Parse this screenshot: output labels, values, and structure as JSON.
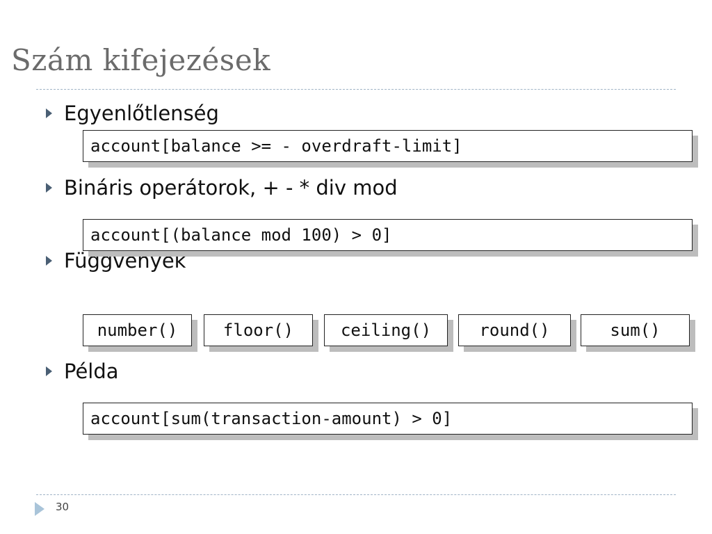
{
  "slide": {
    "title": "Szám kifejezések",
    "page_number": "30"
  },
  "sections": [
    {
      "heading": "Egyenlőtlenség",
      "code": "account[balance >= - overdraft-limit]"
    },
    {
      "heading": "Bináris operátorok,  +  -  *  div  mod",
      "code": "account[(balance mod 100) > 0]"
    },
    {
      "heading": "Függvények"
    },
    {
      "heading": "Példa",
      "code": "account[sum(transaction-amount) > 0]"
    }
  ],
  "functions": [
    "number()",
    "floor()",
    "ceiling()",
    "round()",
    "sum()"
  ],
  "icons": {
    "bullet": "triangle-right-icon",
    "footer": "triangle-right-icon"
  },
  "colors": {
    "title": "#6b6b6b",
    "bullet": "#4a5f74",
    "rule": "#9fb3c6",
    "shadow": "#bdbdbd",
    "footer_icon": "#a9c4d9"
  }
}
